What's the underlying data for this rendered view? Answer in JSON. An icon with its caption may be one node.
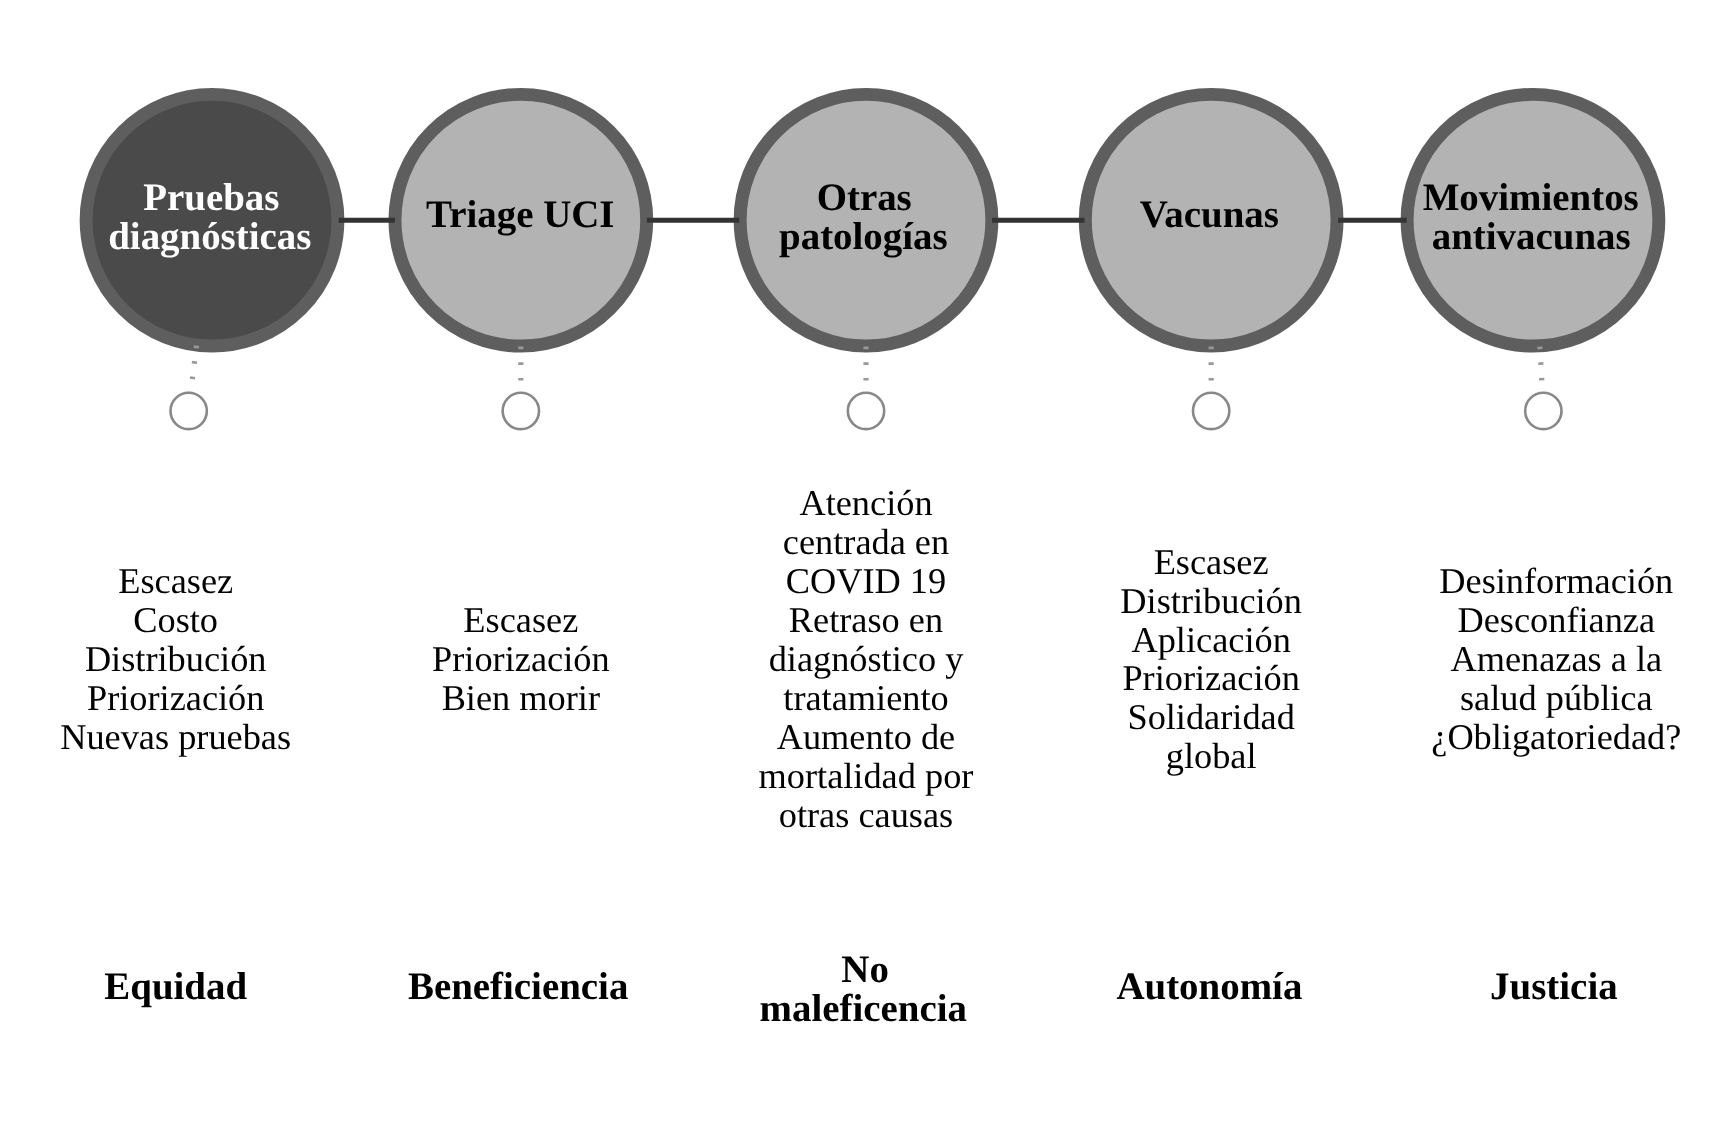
{
  "diagram": {
    "nodes": [
      {
        "text": [
          "Pruebas diagnósticas"
        ]
      },
      {
        "text": [
          "Triage UCI"
        ]
      },
      {
        "text": [
          "Otras patologías"
        ]
      },
      {
        "text": [
          "Vacunas"
        ]
      },
      {
        "text": [
          "Movimientos antivacunas"
        ]
      },
      {
        "text": [],
        "shape": "circle",
        "beside": [
          "Escasez",
          "Costo",
          "Distribución",
          "Priorización",
          "Nuevas pruebas"
        ]
      },
      {
        "text": [],
        "shape": "circle",
        "beside": [
          "Escasez",
          "Priorización",
          "Bien morir"
        ]
      },
      {
        "text": [],
        "shape": "circle",
        "beside": [
          "Atención centrada en COVID 19",
          "Retraso en diagnóstico y tratamiento",
          "Aumento de mortalidad por otras causas"
        ]
      },
      {
        "text": [],
        "shape": "circle",
        "beside": [
          "Escasez",
          "Distribución",
          "Aplicación",
          "Priorización",
          "Solidaridad global"
        ]
      },
      {
        "text": [],
        "shape": "circle",
        "beside": [
          "Desinformación",
          "Desconfianza",
          "Amenazas a la salud pública",
          "¿Obligatoriedad?"
        ]
      }
    ],
    "edges": [
      {
        "from": 0,
        "to": 1,
        "arrow": "none",
        "color": "#333333"
      },
      {
        "from": 1,
        "to": 2,
        "arrow": "none",
        "color": "#333333"
      },
      {
        "from": 2,
        "to": 3,
        "arrow": "none",
        "color": "#333333"
      },
      {
        "from": 3,
        "to": 4,
        "arrow": "none",
        "color": "#333333"
      },
      {
        "from": 0,
        "to": 5,
        "arrow": "none",
        "style": "dashed"
      },
      {
        "from": 1,
        "to": 6,
        "arrow": "none",
        "style": "dashed"
      },
      {
        "from": 2,
        "to": 7,
        "arrow": "none",
        "style": "dashed"
      },
      {
        "from": 3,
        "to": 8,
        "arrow": "none",
        "style": "dashed"
      },
      {
        "from": 4,
        "to": 9,
        "arrow": "none",
        "style": "dashed"
      }
    ],
    "labels": [
      "Equidad",
      "Beneficiencia",
      "No maleficencia",
      "Autonomía",
      "Justicia"
    ]
  }
}
